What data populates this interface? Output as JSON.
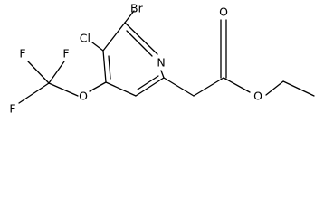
{
  "molecule": {
    "atoms": {
      "br": "Br",
      "cl": "Cl",
      "n": "N",
      "o_ether": "O",
      "f_1": "F",
      "f_2": "F",
      "f_3": "F",
      "o_carbonyl": "O",
      "o_ester": "O"
    }
  },
  "colors": {
    "bond": "#000000",
    "label": "#000000",
    "background": "#ffffff"
  }
}
